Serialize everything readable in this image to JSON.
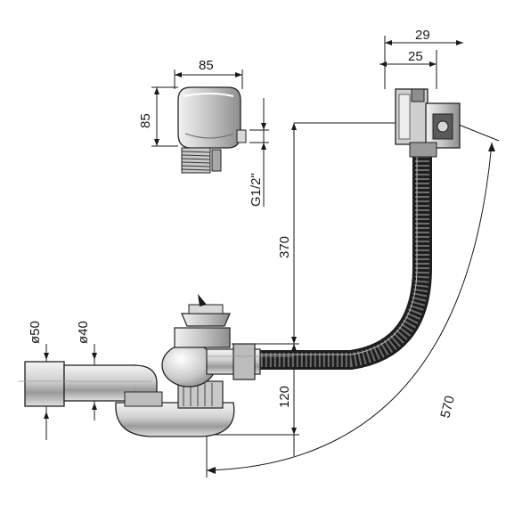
{
  "dimensions": {
    "top_width_outer": "29",
    "top_width_inner": "25",
    "head_width": "85",
    "head_height": "85",
    "thread": "G1/2\"",
    "vertical_height": "370",
    "trap_height": "120",
    "diagonal_length": "570",
    "pipe_outer_diameter": "ø50",
    "pipe_inner_diameter": "ø40"
  },
  "colors": {
    "line": "#1a1a1a",
    "metal_light": "#e6e6e6",
    "metal_mid": "#b5b5b5",
    "metal_dark": "#555555",
    "hose": "#3a3a3a"
  }
}
